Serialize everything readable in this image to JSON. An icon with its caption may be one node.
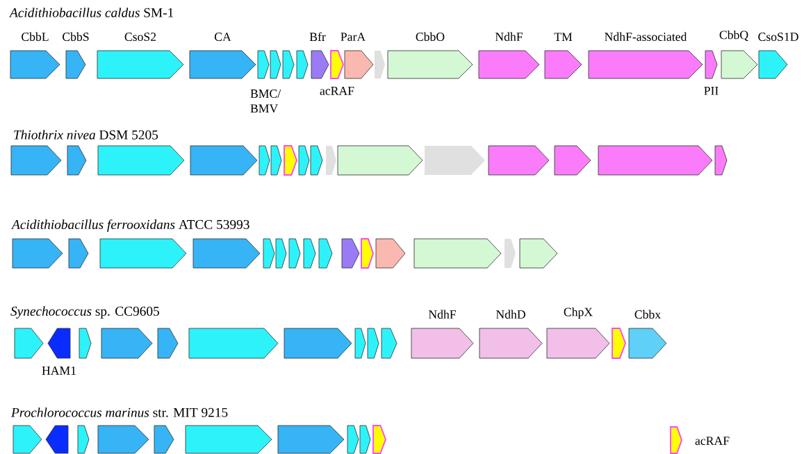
{
  "diagram": {
    "nodes": [
      {
        "text": [
          "CbbL"
        ]
      },
      {
        "text": [
          "CbbS"
        ]
      },
      {
        "text": [
          "CsoS2"
        ]
      },
      {
        "text": [
          "CA"
        ]
      },
      {
        "text": [],
        "shape": "arrow"
      },
      {
        "text": [],
        "shape": "arrow"
      },
      {
        "text": [],
        "shape": "arrow"
      },
      {
        "text": [],
        "shape": "arrow"
      },
      {
        "text": [
          "Bfr"
        ]
      },
      {
        "text": [
          "acRAF"
        ]
      },
      {
        "text": [
          "ParA"
        ]
      },
      {
        "text": [],
        "shape": "arrow"
      },
      {
        "text": [
          "CbbO"
        ]
      },
      {
        "text": [
          "NdhF"
        ]
      },
      {
        "text": [
          "TM"
        ]
      },
      {
        "text": [
          "NdhF-associated"
        ]
      },
      {
        "text": [
          "PII"
        ]
      },
      {
        "text": [
          "CbbQ"
        ]
      },
      {
        "text": [
          "CsoS1D"
        ]
      },
      {
        "text": [],
        "shape": "arrow"
      },
      {
        "text": [],
        "shape": "arrow"
      },
      {
        "text": [],
        "shape": "arrow"
      },
      {
        "text": [],
        "shape": "arrow"
      },
      {
        "text": [],
        "shape": "arrow"
      },
      {
        "text": [],
        "shape": "arrow"
      },
      {
        "text": [],
        "shape": "arrow"
      },
      {
        "text": [],
        "shape": "arrow"
      },
      {
        "text": [],
        "shape": "arrow"
      },
      {
        "text": [],
        "shape": "arrow"
      },
      {
        "text": [],
        "shape": "arrow"
      },
      {
        "text": [],
        "shape": "arrow"
      },
      {
        "text": [],
        "shape": "arrow"
      },
      {
        "text": [],
        "shape": "arrow"
      },
      {
        "text": [],
        "shape": "arrow"
      },
      {
        "text": [],
        "shape": "arrow"
      },
      {
        "text": [],
        "shape": "arrow"
      },
      {
        "text": [],
        "shape": "arrow"
      },
      {
        "text": [],
        "shape": "arrow"
      },
      {
        "text": [],
        "shape": "arrow"
      },
      {
        "text": [],
        "shape": "arrow"
      },
      {
        "text": [],
        "shape": "arrow"
      },
      {
        "text": [],
        "shape": "arrow"
      },
      {
        "text": [],
        "shape": "arrow"
      },
      {
        "text": [],
        "shape": "arrow"
      },
      {
        "text": [],
        "shape": "arrow"
      },
      {
        "text": [],
        "shape": "arrow"
      },
      {
        "text": [],
        "shape": "arrow"
      },
      {
        "text": [],
        "shape": "arrow"
      },
      {
        "text": [],
        "shape": "arrow"
      },
      {
        "text": [],
        "shape": "arrow"
      },
      {
        "text": [],
        "shape": "arrow"
      },
      {
        "text": [
          "HAM1"
        ]
      },
      {
        "text": [],
        "shape": "arrow"
      },
      {
        "text": [],
        "shape": "arrow"
      },
      {
        "text": [],
        "shape": "arrow"
      },
      {
        "text": [],
        "shape": "arrow"
      },
      {
        "text": [],
        "shape": "arrow"
      },
      {
        "text": [],
        "shape": "arrow"
      },
      {
        "text": [],
        "shape": "arrow"
      },
      {
        "text": [],
        "shape": "arrow"
      },
      {
        "text": [
          "NdhF"
        ]
      },
      {
        "text": [
          "NdhD"
        ]
      },
      {
        "text": [
          "ChpX"
        ]
      },
      {
        "text": [],
        "shape": "arrow"
      },
      {
        "text": [
          "Cbbx"
        ]
      },
      {
        "text": [],
        "shape": "arrow"
      },
      {
        "text": [],
        "shape": "arrow"
      },
      {
        "text": [],
        "shape": "arrow"
      },
      {
        "text": [],
        "shape": "arrow"
      },
      {
        "text": [],
        "shape": "arrow"
      },
      {
        "text": [],
        "shape": "arrow"
      },
      {
        "text": [],
        "shape": "arrow"
      },
      {
        "text": [],
        "shape": "arrow"
      },
      {
        "text": [],
        "shape": "arrow"
      },
      {
        "text": [],
        "shape": "arrow"
      }
    ],
    "labels": [
      "*Acidithiobacillus caldus* SM-1",
      "BMC/ BMV",
      "*Thiothrix nivea* DSM 5205",
      "*Acidithiobacillus ferrooxidans* ATCC 53993",
      "*Synechococcus* sp. CC9605",
      "*Prochlorococcus marinus* str. MIT 9215"
    ],
    "legend": [
      {
        "text": "acRAF",
        "color": "#ffff00"
      }
    ]
  }
}
